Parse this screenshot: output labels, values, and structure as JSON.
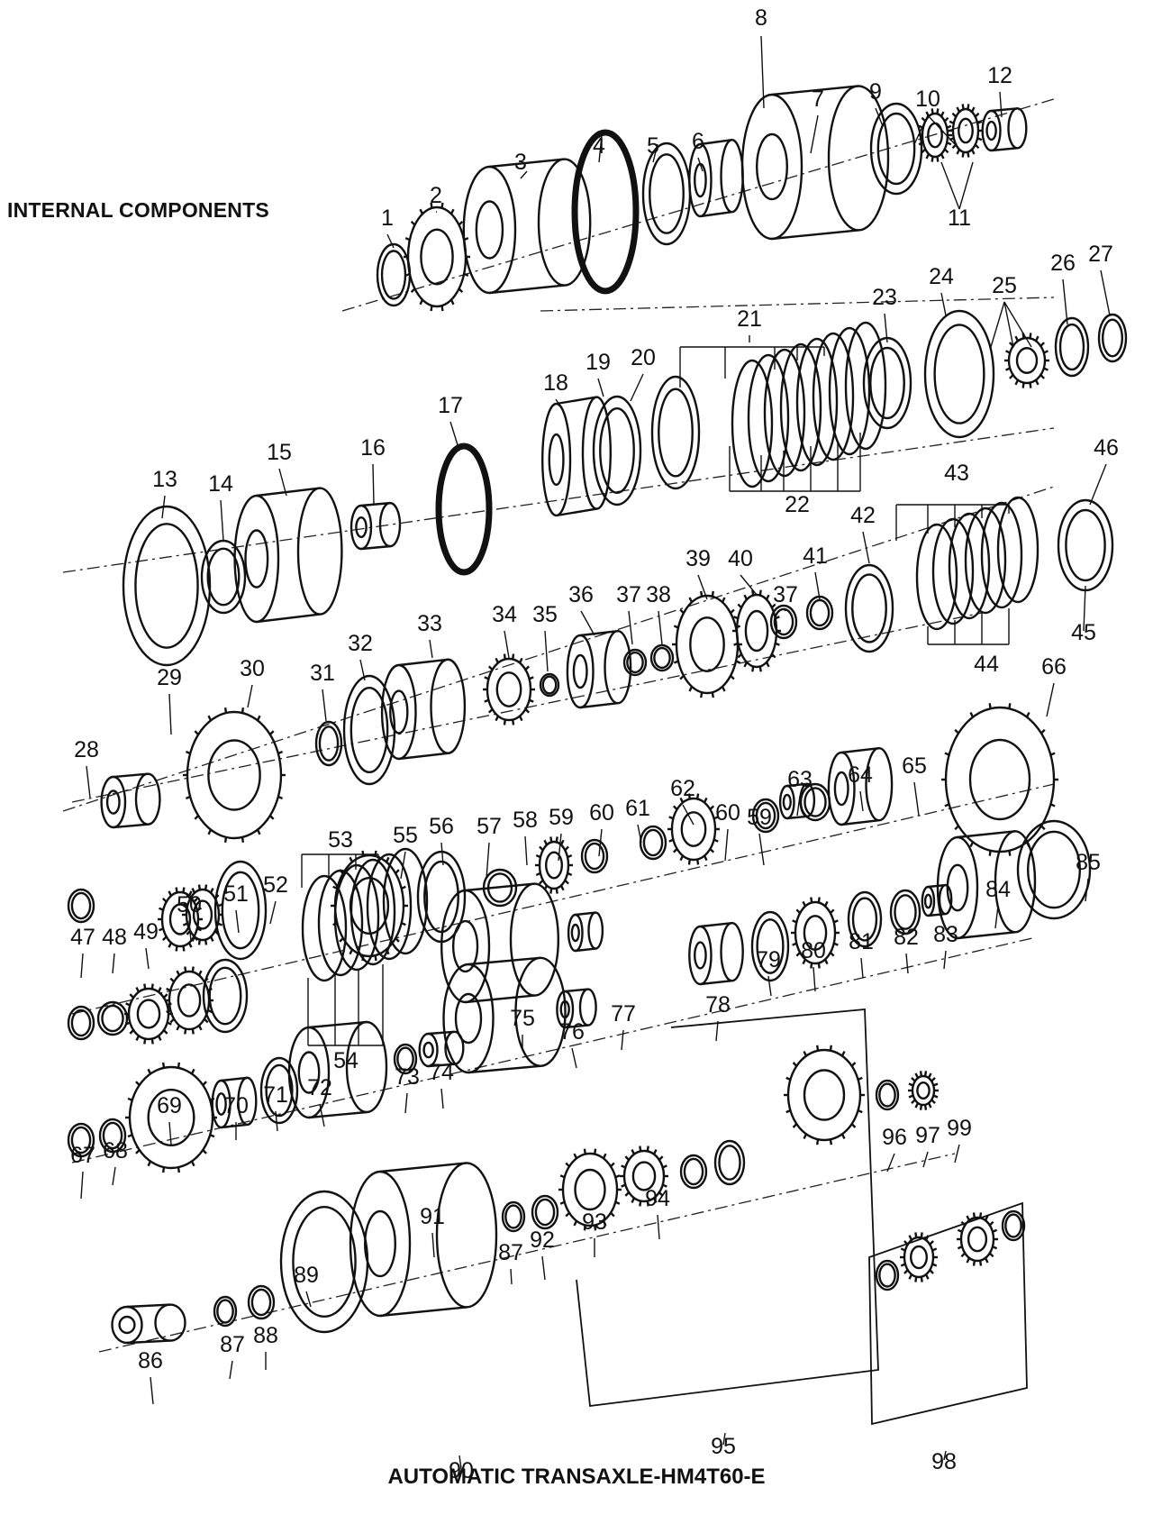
{
  "header": {
    "title": "INTERNAL COMPONENTS"
  },
  "footer": {
    "caption": "AUTOMATIC TRANSAXLE-HM4T60-E"
  },
  "callouts": [
    "1",
    "2",
    "3",
    "4",
    "5",
    "6",
    "7",
    "8",
    "9",
    "10",
    "11",
    "12",
    "13",
    "14",
    "15",
    "16",
    "17",
    "18",
    "19",
    "20",
    "21",
    "22",
    "23",
    "24",
    "25",
    "26",
    "27",
    "28",
    "29",
    "30",
    "31",
    "32",
    "33",
    "34",
    "35",
    "36",
    "37",
    "38",
    "39",
    "40",
    "41",
    "42",
    "43",
    "44",
    "45",
    "46",
    "47",
    "48",
    "49",
    "50",
    "51",
    "52",
    "53",
    "54",
    "55",
    "56",
    "57",
    "58",
    "59",
    "60",
    "61",
    "62",
    "63",
    "64",
    "65",
    "66",
    "67",
    "68",
    "69",
    "70",
    "71",
    "72",
    "73",
    "74",
    "75",
    "76",
    "77",
    "78",
    "79",
    "80",
    "81",
    "82",
    "83",
    "84",
    "85",
    "86",
    "87",
    "88",
    "89",
    "90",
    "91",
    "92",
    "93",
    "94",
    "95",
    "96",
    "97",
    "98",
    "99"
  ]
}
